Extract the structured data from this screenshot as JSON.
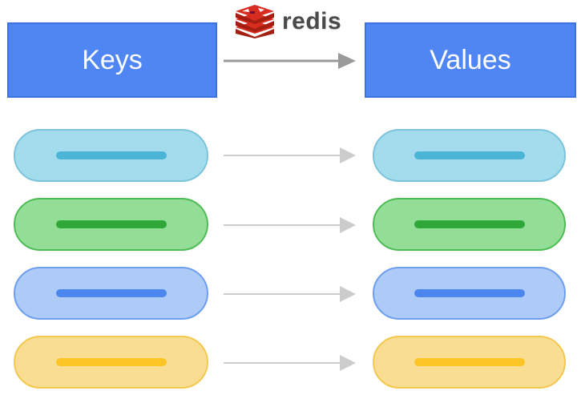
{
  "logo": {
    "text": "redis",
    "icon": "redis-stacked-cubes-icon"
  },
  "keys_header": "Keys",
  "values_header": "Values",
  "colors": {
    "header_fill": "#4f86f4",
    "pair_1": "#a3dcec",
    "pair_2": "#93dd97",
    "pair_3": "#aecbf8",
    "pair_4": "#f8dd93",
    "arrow": "#cccccc",
    "header_arrow": "#999999"
  },
  "pairs": [
    {
      "color": "blue-light"
    },
    {
      "color": "green"
    },
    {
      "color": "blue"
    },
    {
      "color": "yellow"
    }
  ]
}
